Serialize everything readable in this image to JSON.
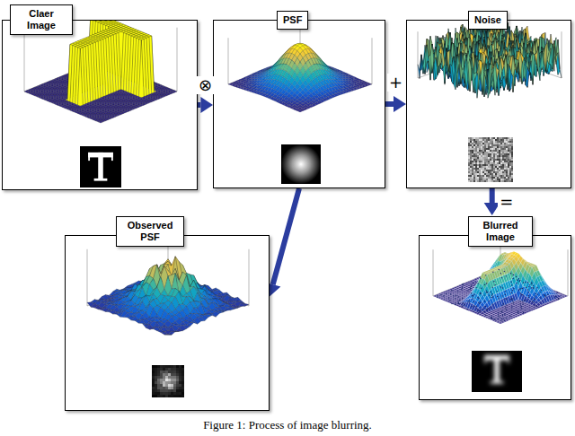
{
  "diagram": {
    "caption": "Figure 1: Process of image blurring.",
    "nodes": [
      {
        "text": [
          "Claer Image"
        ]
      },
      {
        "text": [
          "PSF"
        ]
      },
      {
        "text": [
          "Noise"
        ]
      },
      {
        "text": [
          "Observed PSF"
        ]
      },
      {
        "text": [
          "Blurred Image"
        ]
      }
    ],
    "edges": [
      {
        "from": 0,
        "to": 1,
        "arrow": "to",
        "label": "⊗"
      },
      {
        "from": 1,
        "to": 2,
        "arrow": "to",
        "label": "+"
      },
      {
        "from": 2,
        "to": 4,
        "arrow": "to",
        "label": "="
      },
      {
        "from": 1,
        "to": 3,
        "arrow": "to"
      }
    ]
  }
}
